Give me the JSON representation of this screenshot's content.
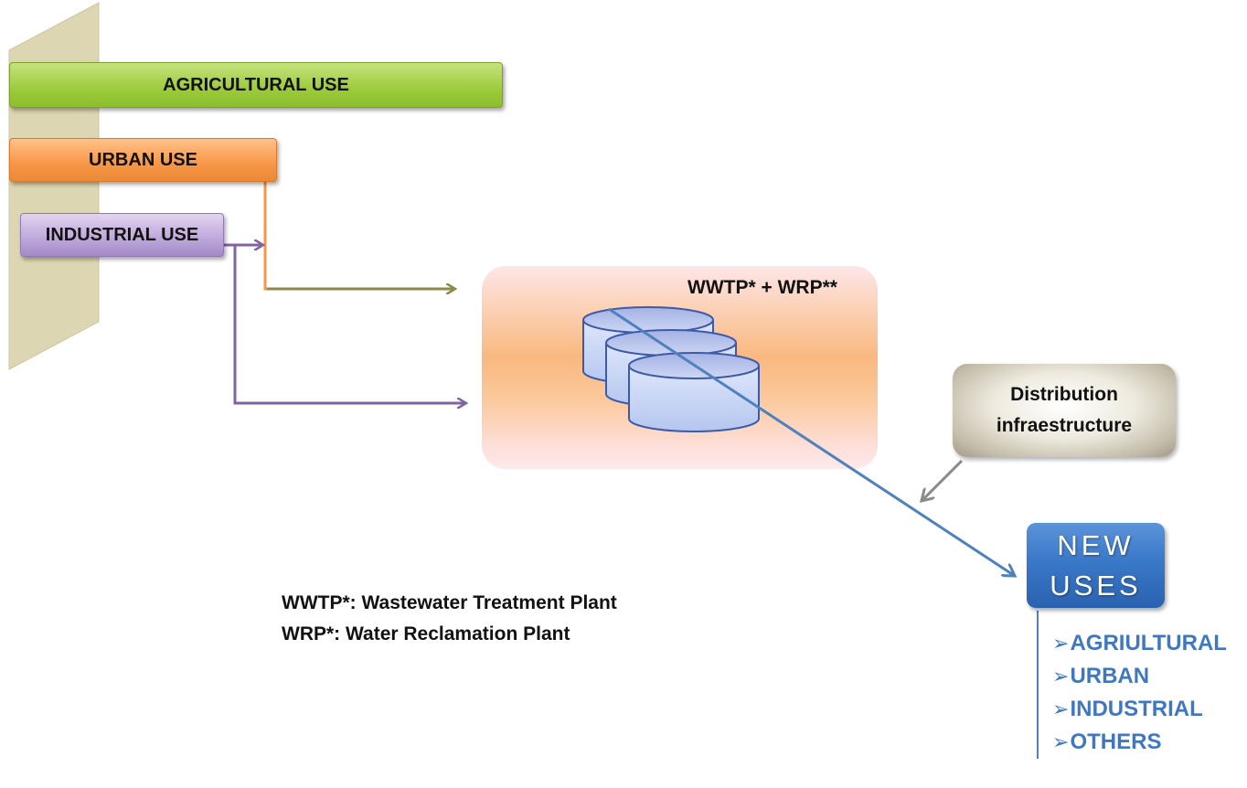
{
  "sources": {
    "agricultural": "AGRICULTURAL USE",
    "urban": "URBAN USE",
    "industrial": "INDUSTRIAL USE"
  },
  "plant": {
    "title": "WWTP* + WRP**"
  },
  "distribution": {
    "label": "Distribution infraestructure"
  },
  "new_uses": {
    "title": "NEW USES",
    "items": [
      "AGRIULTURAL",
      "URBAN",
      "INDUSTRIAL",
      "OTHERS"
    ],
    "marker": "➢"
  },
  "legend": {
    "line1": "WWTP*: Wastewater Treatment Plant",
    "line2": "WRP*: Water Reclamation Plant"
  },
  "colors": {
    "agricultural": "#9ccb3a",
    "urban": "#f79646",
    "industrial": "#b7a0d6",
    "plant_flow": "#4f81bd",
    "urban_arrow": "#8c8a4a",
    "industrial_arrow": "#8064a2"
  }
}
